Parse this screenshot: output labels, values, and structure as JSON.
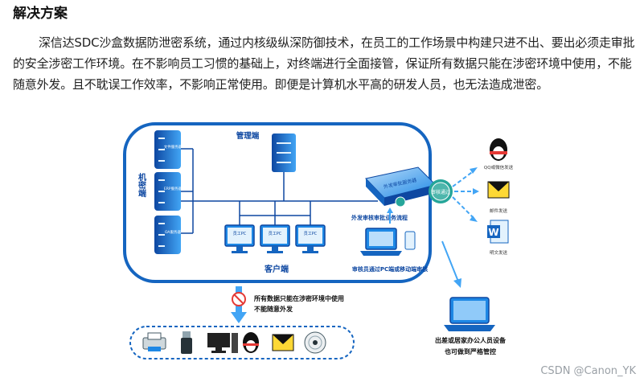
{
  "section": {
    "heading": "解决方案",
    "paragraph": "深信达SDC沙盒数据防泄密系统，通过内核级纵深防御技术，在员工的工作场景中构建只进不出、要出必须走审批的安全涉密工作环境。在不影响员工习惯的基础上，对终端进行全面接管，保证所有数据只能在涉密环境中使用，不能随意外发。且不耽误工作效率，不影响正常使用。即便是计算机水平高的研发人员，也无法造成泄密。"
  },
  "diagram": {
    "colors": {
      "primary": "#1565c0",
      "light": "#42a5f5",
      "accent": "#26a69a",
      "frame": "#1976d2"
    },
    "admin_label": "管理端",
    "machine_room_label": "机密端",
    "servers": [
      {
        "label": "文件服务器"
      },
      {
        "label": "ERP服务器"
      },
      {
        "label": "OA服务器"
      }
    ],
    "client_label": "客户端",
    "clients": [
      {
        "label": "员工PC"
      },
      {
        "label": "员工PC"
      },
      {
        "label": "员工PC"
      }
    ],
    "gateway_label": "外发审批服务器",
    "approval_flow_label": "外发审核审批业务流程",
    "reviewer_label": "审核员通过PC端或移动端审核",
    "secure_send_label": "审核通过",
    "outputs": [
      {
        "icon": "qq-icon",
        "label": "QQ或微信发送"
      },
      {
        "icon": "mail-icon",
        "label": "邮件发送"
      },
      {
        "icon": "word-icon",
        "label": "明文发送"
      }
    ],
    "restriction_note_line1": "所有数据只能在涉密环境中使用",
    "restriction_note_line2": "不能随意外发",
    "blocked_devices": [
      {
        "icon": "printer-icon"
      },
      {
        "icon": "usb-icon"
      },
      {
        "icon": "monitor-icon"
      },
      {
        "icon": "qq-icon"
      },
      {
        "icon": "mail-icon"
      },
      {
        "icon": "disc-icon"
      }
    ],
    "remote_label_line1": "出差或居家办公人员设备",
    "remote_label_line2": "也可做到严格管控"
  },
  "watermark": "CSDN @Canon_YK"
}
